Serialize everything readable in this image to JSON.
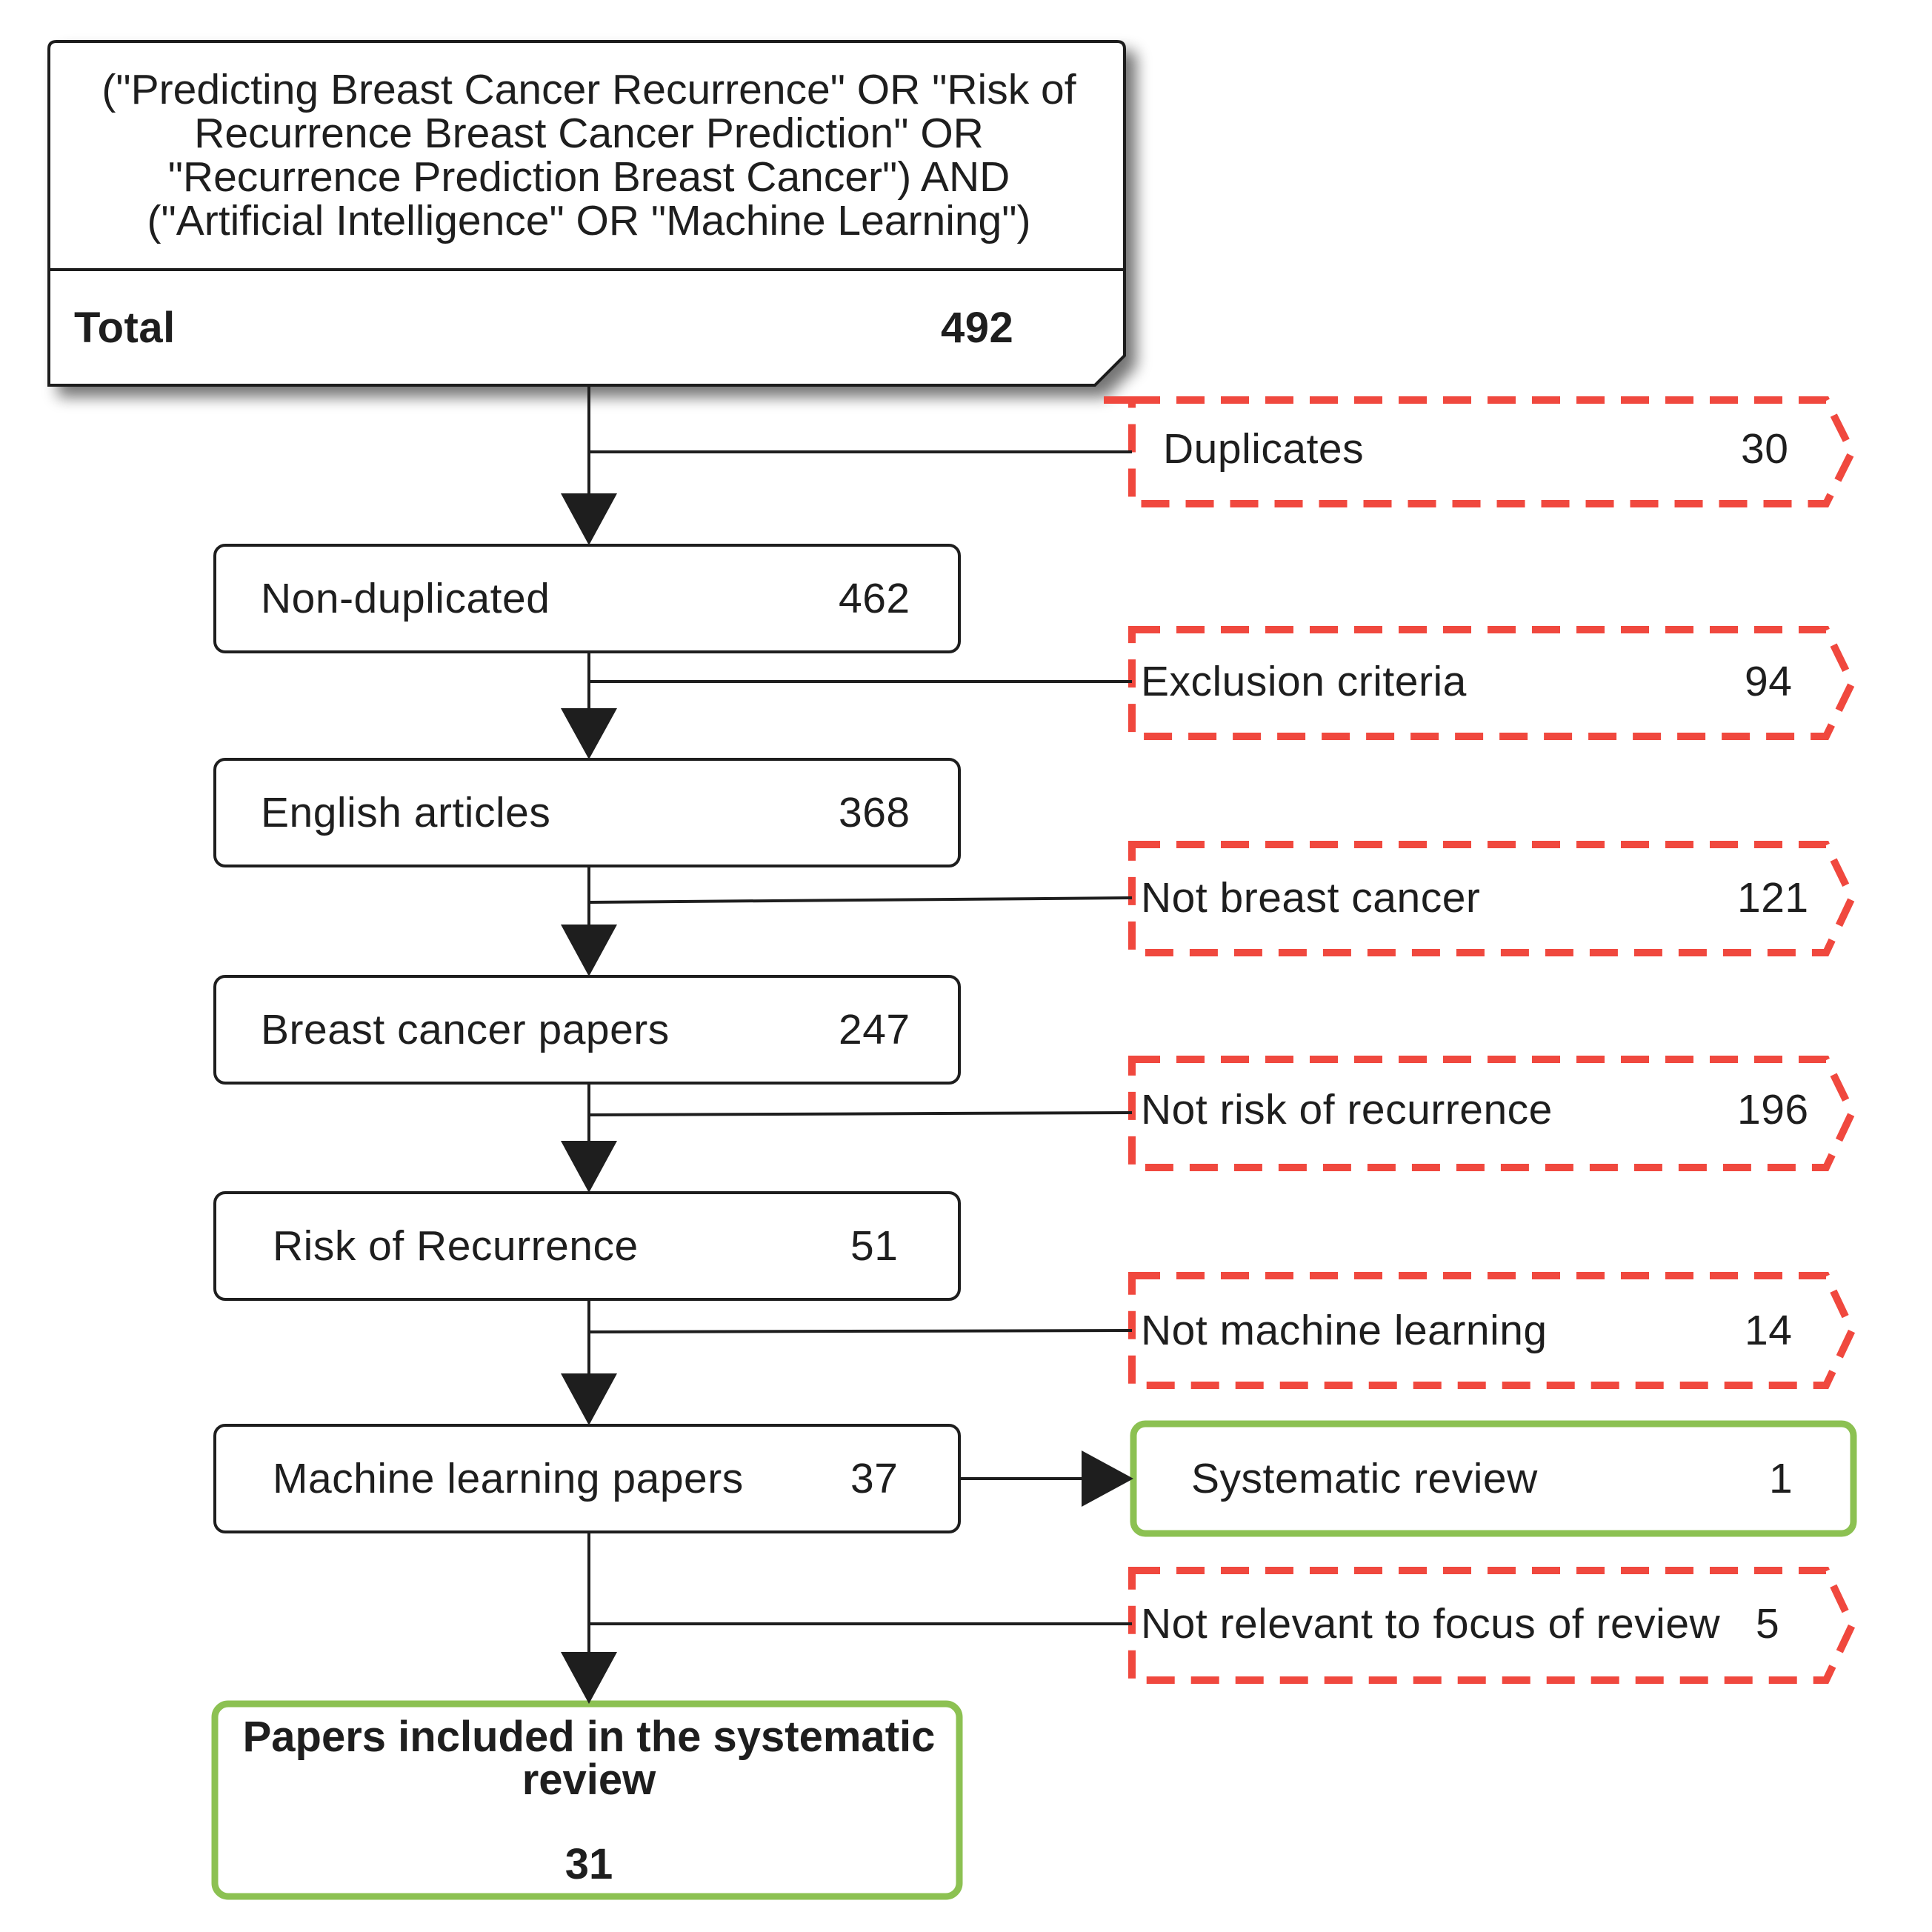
{
  "query": {
    "text": "(\"Predicting Breast Cancer Recurrence\" OR \"Risk of\nRecurrence Breast Cancer Prediction\" OR\n\"Recurrence Prediction Breast Cancer\") AND\n(\"Artificial Intelligence\" OR \"Machine Learning\")",
    "total_label": "Total",
    "total_value": "492"
  },
  "stages": [
    {
      "label": "Non-duplicated",
      "value": "462"
    },
    {
      "label": "English articles",
      "value": "368"
    },
    {
      "label": "Breast cancer papers",
      "value": "247"
    },
    {
      "label": "Risk of Recurrence",
      "value": "51"
    },
    {
      "label": "Machine learning papers",
      "value": "37"
    }
  ],
  "exclusions": [
    {
      "label": "Duplicates",
      "value": "30"
    },
    {
      "label": "Exclusion criteria",
      "value": "94"
    },
    {
      "label": "Not breast cancer",
      "value": "121"
    },
    {
      "label": "Not risk of recurrence",
      "value": "196"
    },
    {
      "label": "Not machine learning",
      "value": "14"
    },
    {
      "label": "Not relevant to focus of review",
      "value": "5"
    }
  ],
  "side_result": {
    "label": "Systematic review",
    "value": "1"
  },
  "final": {
    "label": "Papers included in the systematic\nreview",
    "value": "31"
  },
  "colors": {
    "excluded_border": "#f0483e",
    "included_border": "#8cc152",
    "line": "#1e1e1e"
  }
}
